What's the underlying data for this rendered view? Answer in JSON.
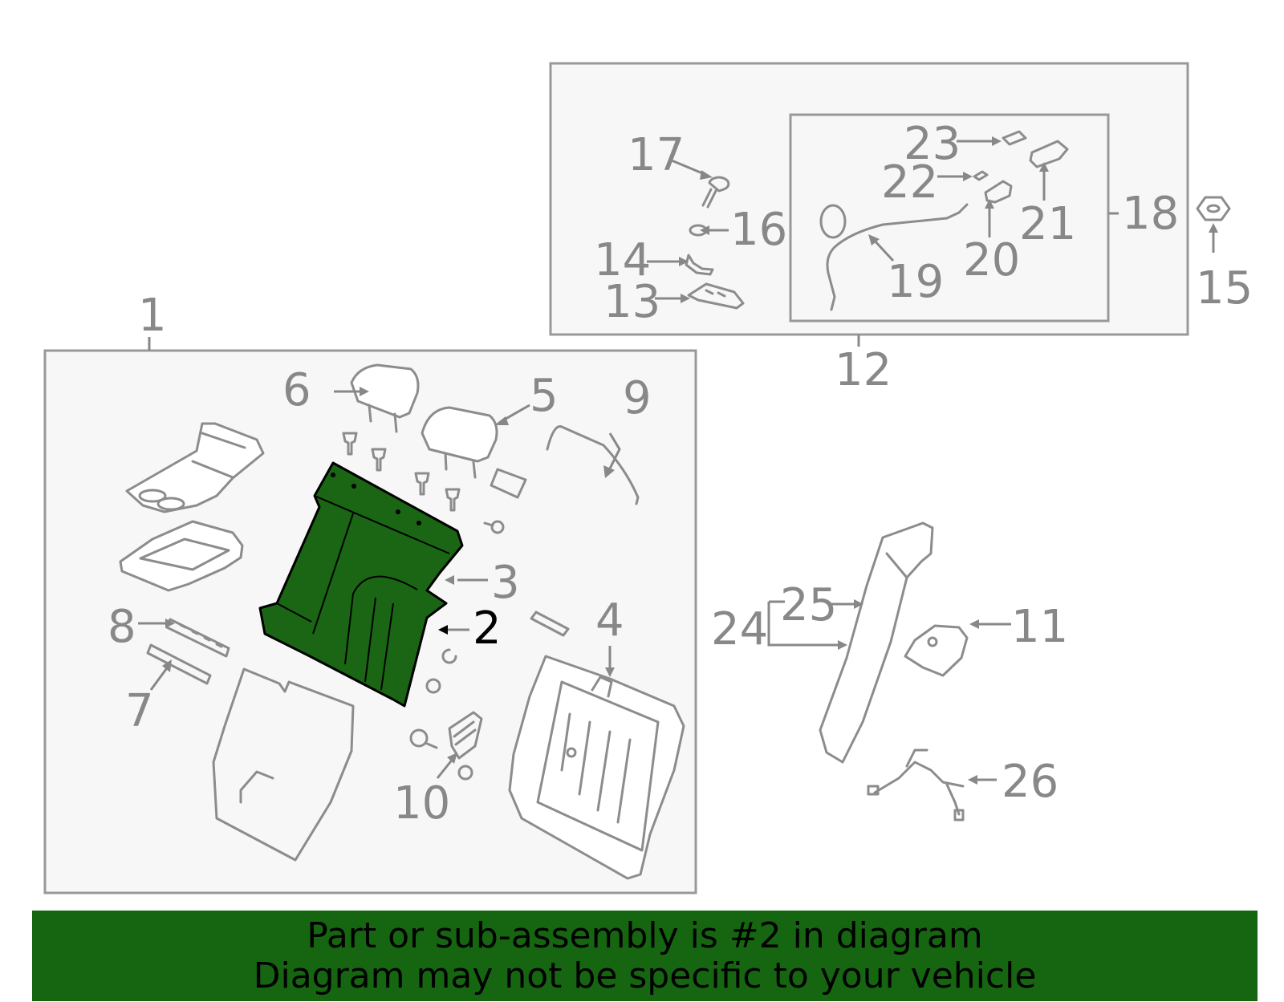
{
  "callouts": {
    "c1": "1",
    "c2": "2",
    "c3": "3",
    "c4": "4",
    "c5": "5",
    "c6": "6",
    "c7": "7",
    "c8": "8",
    "c9": "9",
    "c10": "10",
    "c11": "11",
    "c12": "12",
    "c13": "13",
    "c14": "14",
    "c15": "15",
    "c16": "16",
    "c17": "17",
    "c18": "18",
    "c19": "19",
    "c20": "20",
    "c21": "21",
    "c22": "22",
    "c23": "23",
    "c24": "24",
    "c25": "25",
    "c26": "26"
  },
  "highlight": {
    "part_number": "2",
    "color": "#166611"
  },
  "banner": {
    "line1": "Part or sub-assembly is #2 in diagram",
    "line2": "Diagram may not be specific to your vehicle"
  },
  "colors": {
    "line": "#8c8c8c",
    "box_fill": "#f7f7f7",
    "banner_bg": "#166611"
  }
}
